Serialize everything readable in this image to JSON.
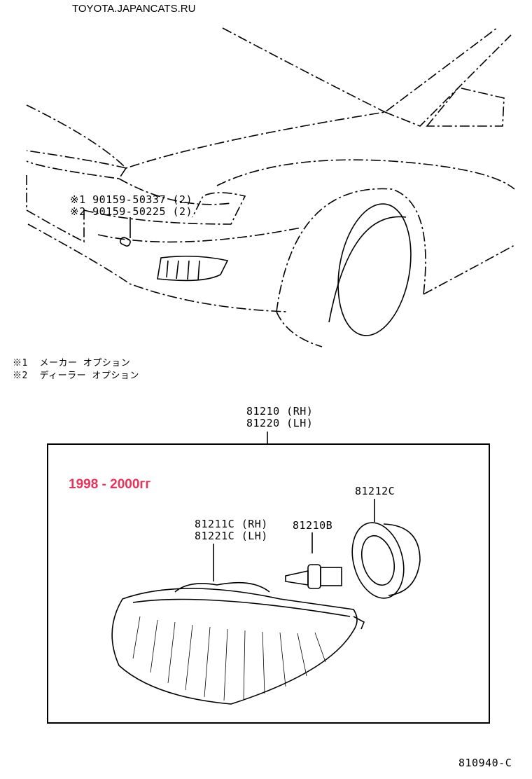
{
  "watermark": "TOYOTA.JAPANCATS.RU",
  "callouts": {
    "fastener_1": "※1 90159-50337 (2)",
    "fastener_2": "※2 90159-50225 (2)"
  },
  "legend": [
    {
      "mark": "※1",
      "text": "メーカー オプション"
    },
    {
      "mark": "※2",
      "text": "ディーラー オプション"
    }
  ],
  "assembly": {
    "rh": "81210 (RH)",
    "lh": "81220 (LH)"
  },
  "year_note": "1998 - 2000гг",
  "year_note_color": "#e8325a",
  "parts": {
    "housing_rh": "81211C (RH)",
    "housing_lh": "81221C (LH)",
    "bulb": "81210B",
    "socket_cover": "81212C"
  },
  "diagram_code": "810940-C"
}
